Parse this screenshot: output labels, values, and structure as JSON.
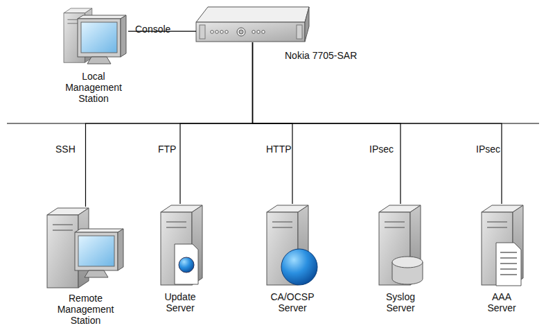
{
  "diagram": {
    "nodes": [
      {
        "text": [
          "Local Management Station"
        ]
      },
      {
        "text": [
          "Nokia 7705-SAR"
        ]
      },
      {
        "text": [
          "Remote Management Station"
        ]
      },
      {
        "text": [
          "Update Server"
        ]
      },
      {
        "text": [
          "CA/OCSP Server"
        ]
      },
      {
        "text": [
          "Syslog Server"
        ]
      },
      {
        "text": [
          "AAA Server"
        ]
      }
    ],
    "edges": [
      {
        "from": 0,
        "to": 1,
        "label": "Console",
        "arrow": "none"
      },
      {
        "from": 1,
        "to": 2,
        "label": "SSH",
        "arrow": "none"
      },
      {
        "from": 1,
        "to": 3,
        "label": "FTP",
        "arrow": "none"
      },
      {
        "from": 1,
        "to": 4,
        "label": "HTTP",
        "arrow": "none"
      },
      {
        "from": 1,
        "to": 5,
        "label": "IPsec",
        "arrow": "none"
      },
      {
        "from": 1,
        "to": 6,
        "label": "IPsec",
        "arrow": "none"
      }
    ]
  }
}
